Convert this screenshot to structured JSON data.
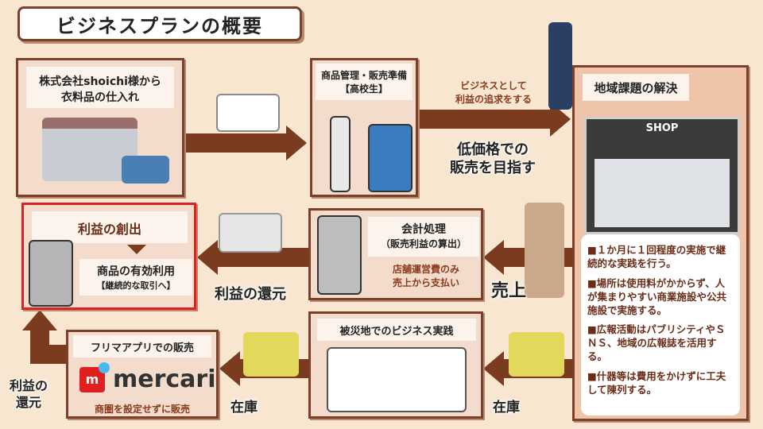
{
  "title": "ビジネスプランの概要",
  "supplier": {
    "line1": "株式会社shoichi様から",
    "line2": "衣料品の仕入れ"
  },
  "prep": {
    "line1": "商品管理・販売準備",
    "line2": "【高校生】"
  },
  "profit_pursuit": {
    "line1": "ビジネスとして",
    "line2": "利益の追求をする"
  },
  "low_price": {
    "line1": "低価格での",
    "line2": "販売を目指す"
  },
  "region": {
    "title": "地域課題の解決",
    "shop_sign": "SHOP",
    "notes": [
      "■１か月に１回程度の実施で継続的な実践を行う。",
      "■場所は使用料がかからず、人が集まりやすい商業施設や公共施設で実施する。",
      "■広報活動はパブリシティやＳＮＳ、地域の広報誌を活用する。",
      "■什器等は費用をかけずに工夫して陳列する。"
    ]
  },
  "accounting": {
    "title": "会計処理",
    "subtitle": "（販売利益の算出）",
    "note1": "店舗運営費のみ",
    "note2": "売上から支払い"
  },
  "sales_label": "売上",
  "profit_return": "利益の還元",
  "profit_box": {
    "title": "利益の創出",
    "line1": "商品の有効利用",
    "line2": "【継続的な取引へ】"
  },
  "disaster": {
    "title": "被災地でのビジネス実践"
  },
  "stock_label": "在庫",
  "flea": {
    "title": "フリマアプリでの販売",
    "brand": "mercari",
    "note": "商圏を設定せずに販売"
  },
  "profit_return_short": {
    "line1": "利益の",
    "line2": "還元"
  }
}
